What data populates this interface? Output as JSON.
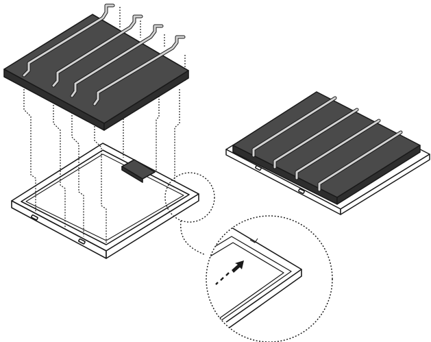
{
  "diagram": {
    "colors": {
      "outline": "#1a1a1a",
      "filter_face": "#4a4a4a",
      "filter_side": "#2e2e2e",
      "strap": "#d2d2d2",
      "frame_fill": "#ffffff",
      "background": "#ffffff"
    },
    "steps": [
      {
        "name": "exploded-view",
        "description_visible": false
      },
      {
        "name": "assembled-view",
        "description_visible": false
      },
      {
        "name": "corner-detail",
        "description_visible": false
      }
    ],
    "icons": [
      "arrow-icon",
      "magnifier-callout"
    ]
  }
}
